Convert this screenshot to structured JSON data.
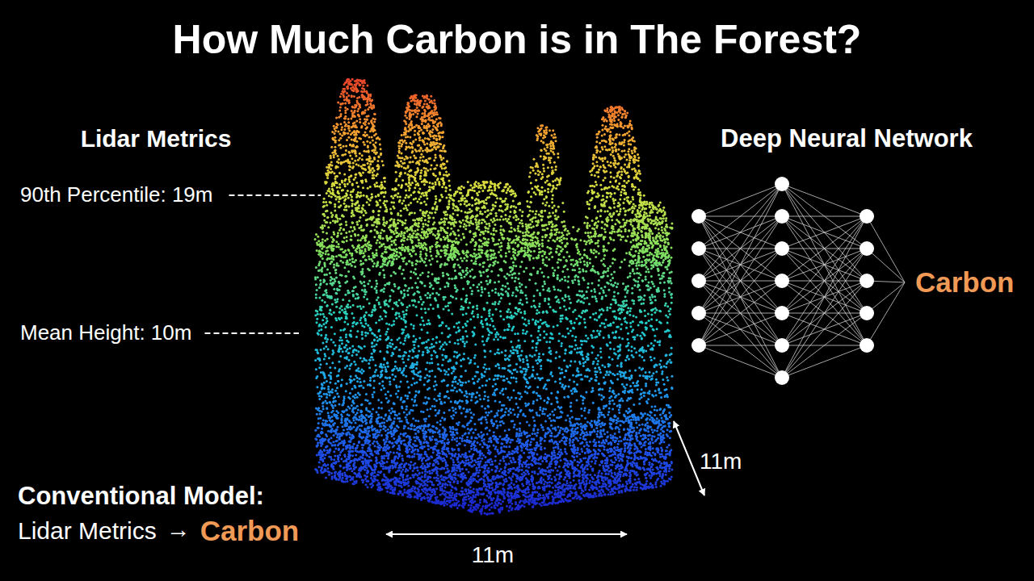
{
  "diagram": {
    "title": "How Much Carbon is in The Forest?",
    "labels": [
      "Lidar Metrics",
      "90th Percentile: 19m",
      "Mean Height: 10m",
      "Deep Neural Network",
      "Carbon",
      "11m",
      "Conventional Model:",
      "Lidar Metrics",
      "→",
      "Carbon",
      "11m"
    ]
  }
}
